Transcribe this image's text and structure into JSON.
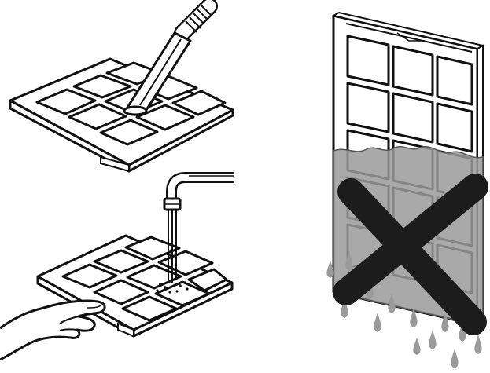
{
  "panels": [
    {
      "id": "vacuum",
      "icon": "vacuum-nozzle-icon"
    },
    {
      "id": "rinse",
      "icon": "faucet-icon"
    },
    {
      "id": "do-not-wash",
      "icon": "cross-mark-icon"
    }
  ],
  "colors": {
    "line": "#111111",
    "frame_fill": "#ffffff",
    "water": "#9a9a9a",
    "water_dark": "#8a8a8a",
    "cross": "#1c1c1c"
  }
}
